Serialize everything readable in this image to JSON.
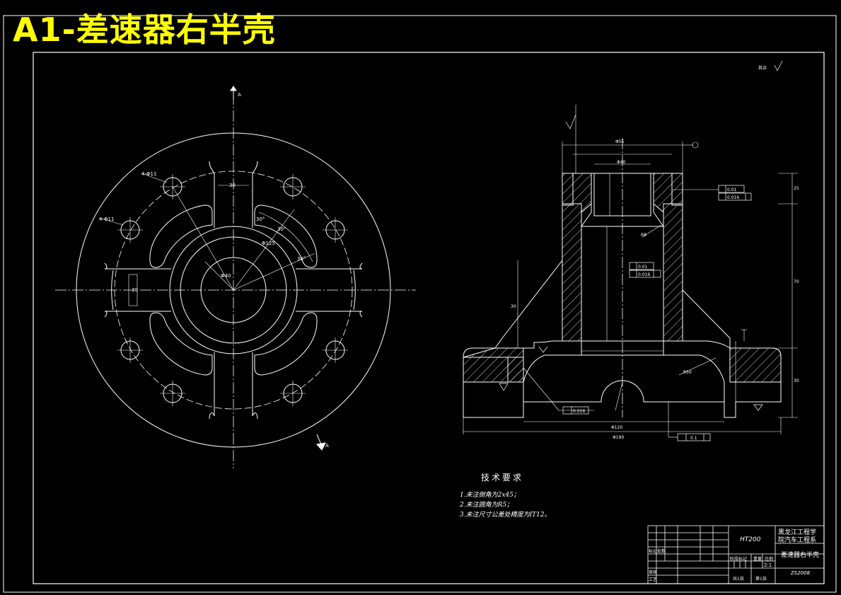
{
  "header": {
    "title": "A1-差速器右半壳"
  },
  "technical_requirements": {
    "heading": "技术要求",
    "items": [
      "1.未注倒角为2x45；",
      "2.未注圆角为R5；",
      "3.未注尺寸公差处精度为IT12。"
    ]
  },
  "title_block": {
    "material": "HT200",
    "school_line1": "黑龙江工程学",
    "school_line2": "院汽车工程系",
    "part_name": "差速器右半壳",
    "scale": "2:1",
    "drawing_number": "ZS2008",
    "row_labels": [
      "标记",
      "处数",
      "审核",
      "工艺"
    ],
    "col_labels": [
      "阶段标记",
      "重量",
      "比例"
    ],
    "sheet_total": "共1张",
    "sheet_current": "第1张"
  },
  "annotations": {
    "section_mark": "A",
    "roughness_other": "其余",
    "dim_dia_top": "Φ55",
    "dim_dia_bore": "Φ40",
    "dim_dia_base_inner": "Φ120",
    "dim_dia_base": "Φ190",
    "dim_height_total": "70",
    "dim_height_top": "25",
    "dim_height_base": "30",
    "dim_width_slot": "30",
    "dim_hole": "4-Φ11",
    "dim_angle": "30°",
    "dim_bore_center": "Φ125",
    "tol_1": "0.01",
    "tol_2": "0.016",
    "tol_perp": "0.1",
    "tol_flat": "0.016",
    "radius_r": "R8",
    "radius_r50": "R50"
  },
  "colors": {
    "background": "#000000",
    "lines": "#ffffff",
    "title": "#ffff00"
  }
}
